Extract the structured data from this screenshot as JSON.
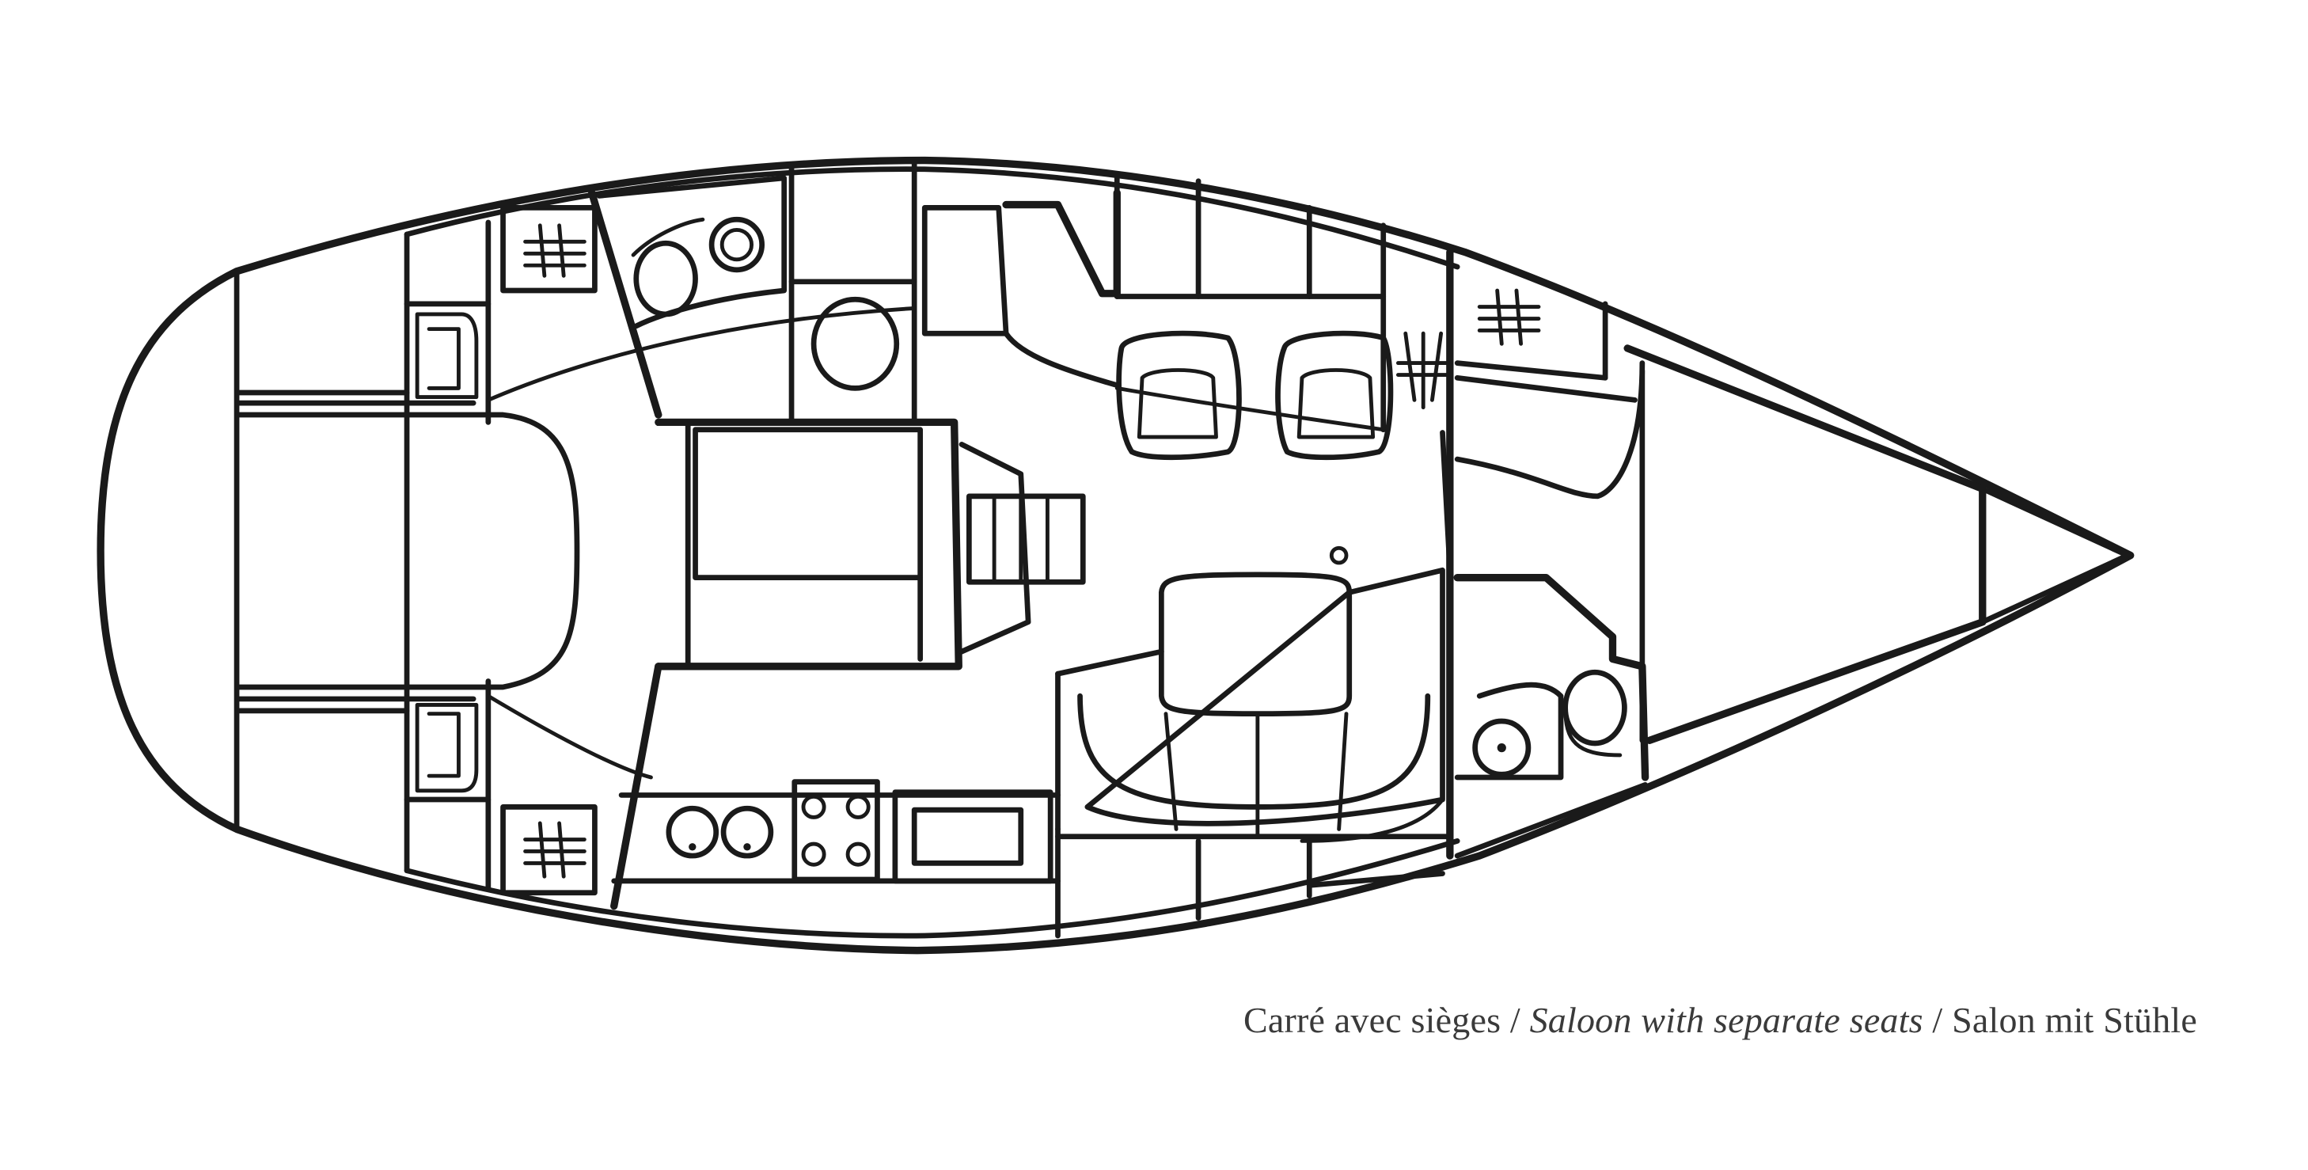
{
  "caption": {
    "french": "Carré avec sièges",
    "separator_1": " / ",
    "english": "Saloon with separate seats",
    "separator_2": " / ",
    "german": "Salon mit Stühle"
  },
  "colors": {
    "ink": "#1a1a1a",
    "caption_text": "#3a3a3a",
    "background": "#ffffff"
  }
}
